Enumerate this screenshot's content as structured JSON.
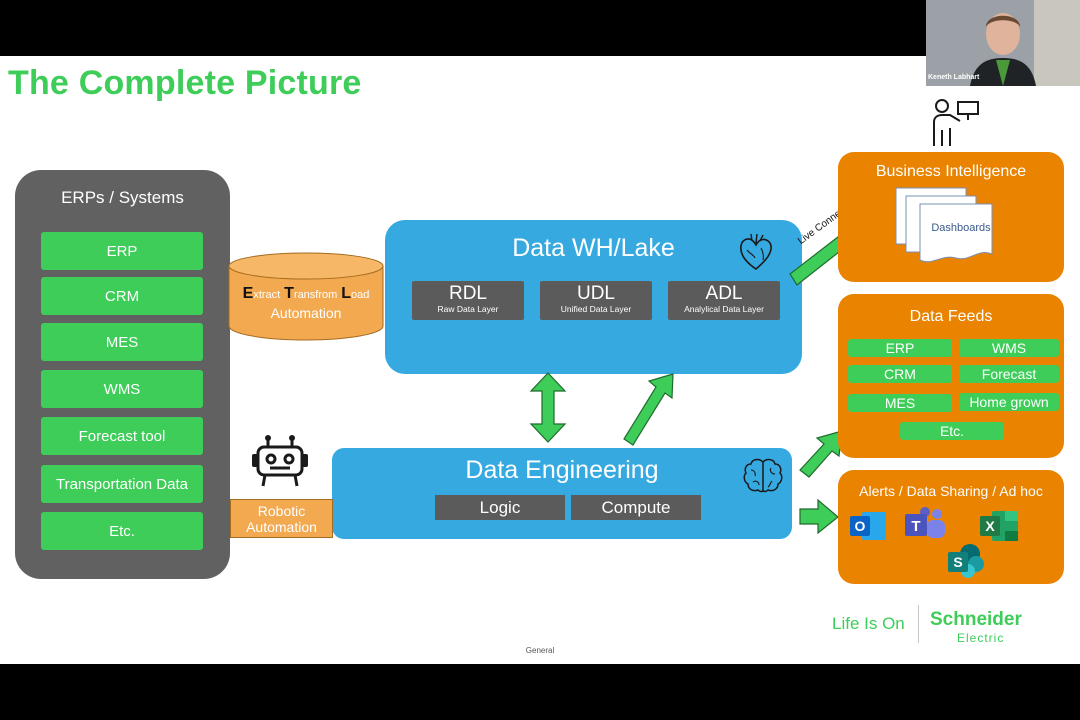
{
  "slide": {
    "title": "The Complete Picture",
    "footer_tag": "General"
  },
  "erp_panel": {
    "title": "ERPs / Systems",
    "items": [
      "ERP",
      "CRM",
      "MES",
      "WMS",
      "Forecast tool",
      "Transportation Data",
      "Etc."
    ]
  },
  "etl": {
    "e": "E",
    "e_rest": "xtract",
    "t": "T",
    "t_rest": "ransfrom",
    "l": "L",
    "l_rest": "oad",
    "line2": "Automation"
  },
  "robotic": {
    "line1": "Robotic",
    "line2": "Automation"
  },
  "data_wh": {
    "title": "Data WH/Lake",
    "layers": [
      {
        "name": "RDL",
        "desc": "Raw Data Layer"
      },
      {
        "name": "UDL",
        "desc": "Unified Data Layer"
      },
      {
        "name": "ADL",
        "desc": "Analylical Data Layer"
      }
    ]
  },
  "data_engineering": {
    "title": "Data Engineering",
    "buttons": [
      "Logic",
      "Compute"
    ]
  },
  "bi": {
    "title": "Business Intelligence",
    "doc_label": "Dashboards",
    "arrow_label": "Live Connections"
  },
  "feeds": {
    "title": "Data Feeds",
    "items": [
      "ERP",
      "WMS",
      "CRM",
      "Forecast",
      "MES",
      "Home grown",
      "Etc."
    ]
  },
  "alerts": {
    "title": "Alerts / Data Sharing / Ad hoc",
    "app_icons": [
      {
        "icon": "outlook-icon",
        "letter": "O",
        "color": "#0a64c8"
      },
      {
        "icon": "teams-icon",
        "letter": "T",
        "color": "#5b5fc7"
      },
      {
        "icon": "excel-icon",
        "letter": "X",
        "color": "#1f7a45"
      },
      {
        "icon": "sharepoint-icon",
        "letter": "S",
        "color": "#128079"
      }
    ]
  },
  "brand": {
    "tagline": "Life Is On",
    "name": "Schneider",
    "name2": "Electric"
  },
  "webcam": {
    "presenter_name": "Keneth Labhart"
  },
  "colors": {
    "green": "#3dcd58",
    "blue": "#36a9e1",
    "orange": "#e98300",
    "gray_panel": "#616161",
    "dark_box": "#5b5b5b"
  }
}
